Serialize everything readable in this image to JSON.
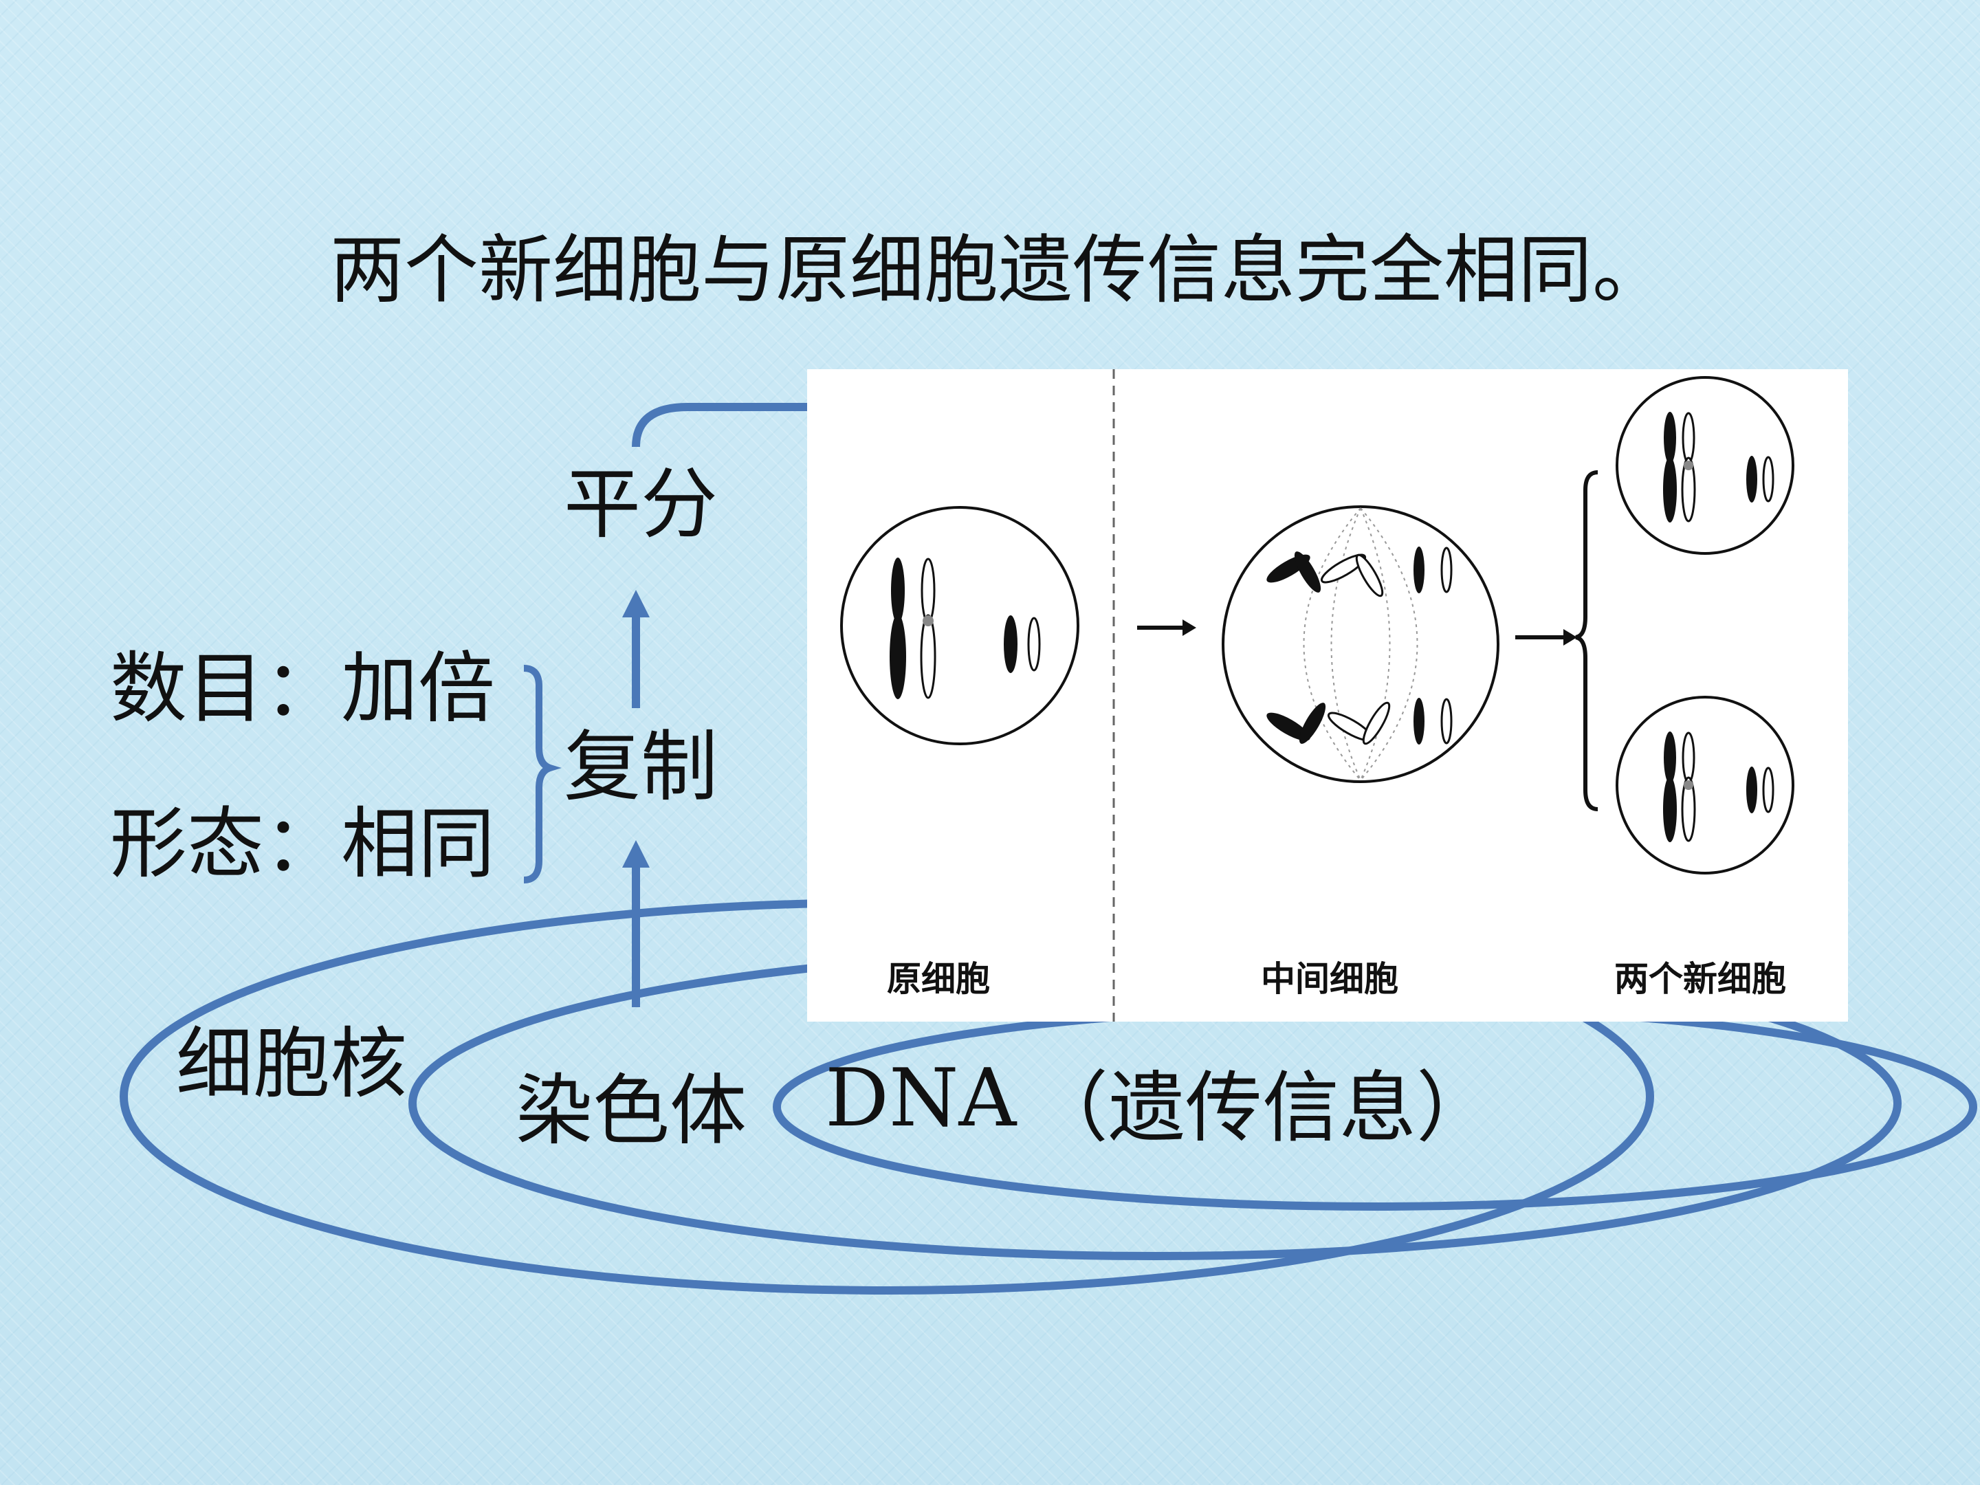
{
  "title": "两个新细胞与原细胞遗传信息完全相同。",
  "labels": {
    "divide": "平分",
    "replicate": "复制",
    "number": "数目：加倍",
    "shape": "形态：相同",
    "nucleus": "细胞核",
    "chromosome": "染色体",
    "dna": "DNA",
    "genetic_info": "（遗传信息）"
  },
  "captions": {
    "original": "原细胞",
    "intermediate": "中间细胞",
    "two_new": "两个新细胞"
  },
  "colors": {
    "accent_blue": "#4a78b8",
    "background": "#c9e8f4"
  }
}
